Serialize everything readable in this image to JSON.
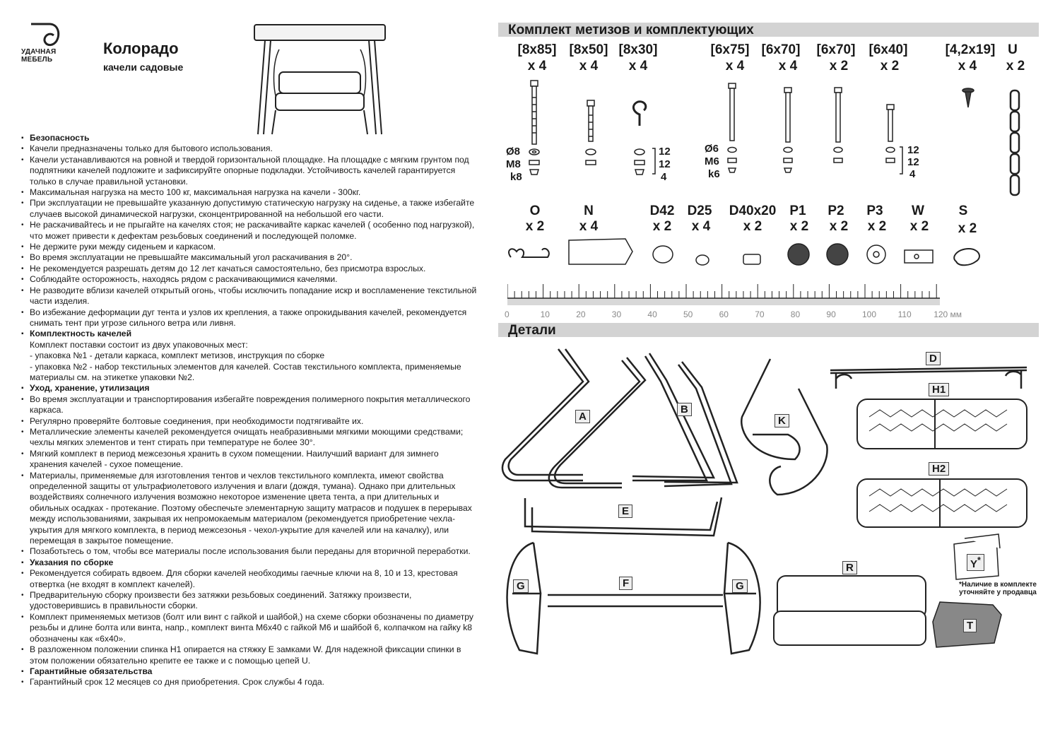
{
  "brand": {
    "name_line1": "УДАЧНАЯ",
    "name_line2": "МЕБЕЛЬ"
  },
  "product": {
    "title": "Колорадо",
    "subtitle": "качели садовые"
  },
  "instructions": [
    {
      "type": "heading",
      "text": "Безопасность"
    },
    {
      "type": "bullet",
      "text": "Качели предназначены только для бытового использования."
    },
    {
      "type": "bullet",
      "text": "Качели устанавливаются на ровной и твердой горизонтальной площадке. На площадке с мягким грунтом под подпятники качелей подложите и зафиксируйте опорные подкладки. Устойчивость качелей гарантируется только в случае правильной установки."
    },
    {
      "type": "bullet",
      "text": "Максимальная нагрузка на место 100 кг, максимальная нагрузка на качели - 300кг."
    },
    {
      "type": "bullet",
      "text": "При эксплуатации не превышайте указанную допустимую статическую нагрузку на сиденье, а также избегайте случаев высокой динамической нагрузки, сконцентрированной на небольшой его части."
    },
    {
      "type": "bullet",
      "text": "Не раскачивайтесь и не прыгайте на качелях стоя; не раскачивайте каркас качелей ( особенно под нагрузкой), что может привести к дефектам резьбовых соединений и последующей поломке."
    },
    {
      "type": "bullet",
      "text": "Не держите руки между сиденьем и каркасом."
    },
    {
      "type": "bullet",
      "text": "Во время эксплуатации не превышайте максимальный угол раскачивания в 20°."
    },
    {
      "type": "bullet",
      "text": "Не рекомендуется разрешать детям до 12 лет качаться самостоятельно, без присмотра взрослых."
    },
    {
      "type": "bullet",
      "text": "Соблюдайте осторожность, находясь рядом с раскачивающимися качелями."
    },
    {
      "type": "bullet",
      "text": "Не разводите вблизи качелей открытый огонь, чтобы исключить попадание искр и воспламенение текстильной части изделия."
    },
    {
      "type": "bullet",
      "text": "Во избежание деформации дуг тента и узлов их крепления, а также опрокидывания качелей, рекомендуется снимать тент при угрозе сильного ветра или ливня."
    },
    {
      "type": "heading",
      "text": "Комплектность качелей"
    },
    {
      "type": "plain",
      "text": "Комплект поставки  состоит из двух упаковочных мест:"
    },
    {
      "type": "plain",
      "text": "- упаковка №1 - детали каркаса, комплект метизов, инструкция по сборке"
    },
    {
      "type": "plain",
      "text": "- упаковка №2 - набор текстильных элементов для качелей. Состав текстильного комплекта, применяемые материалы см. на этикетке упаковки №2."
    },
    {
      "type": "heading",
      "text": "Уход, хранение, утилизация"
    },
    {
      "type": "bullet",
      "text": "Во время эксплуатации и транспортирования избегайте повреждения полимерного покрытия металлического каркаса."
    },
    {
      "type": "bullet",
      "text": "Регулярно проверяйте болтовые соединения, при необходимости подтягивайте их."
    },
    {
      "type": "bullet",
      "text": "Металлические элементы качелей рекомендуется очищать неабразивными мягкими моющими средствами; чехлы мягких элементов и тент стирать при температуре не более 30°."
    },
    {
      "type": "bullet",
      "text": "Мягкий комплект в период межсезонья хранить в сухом помещении. Наилучший вариант для зимнего хранения качелей - сухое помещение."
    },
    {
      "type": "bullet",
      "text": "Материалы, применяемые для  изготовления тентов и чехлов текстильного комплекта, имеют свойства определенной защиты от ультрафиолетового излучения и влаги (дождя, тумана). Однако при длительных воздействиях солнечного излучения возможно некоторое изменение цвета тента, а при длительных и обильных осадках - протекание. Поэтому обеспечьте элементарную защиту матрасов и подушек в перерывах между использованиями, закрывая их непромокаемым материалом (рекомендуется приобретение чехла-укрытия для мягкого комплекта, в период межсезонья - чехол-укрытие для качелей или на качалку), или перемещая в закрытое помещение."
    },
    {
      "type": "bullet",
      "text": "Позаботьтесь о том, чтобы все материалы после использования были переданы для вторичной переработки."
    },
    {
      "type": "heading",
      "text": "Указания по сборке"
    },
    {
      "type": "bullet",
      "text": "Рекомендуется собирать вдвоем. Для сборки качелей необходимы гаечные ключи на 8, 10 и 13, крестовая отвертка (не входят в комплект качелей)."
    },
    {
      "type": "bullet",
      "text": "Предварительную сборку произвести без затяжки резьбовых соединений. Затяжку произвести, удостоверившись в правильности сборки."
    },
    {
      "type": "bullet",
      "text": "Комплект применяемых метизов (болт или винт с гайкой и шайбой,) на схеме сборки обозначены по диаметру резьбы и длине болта или винта, напр., комплект винта М6х40 с гайкой М6 и шайбой 6, колпачком на гайку k8 обозначены как «6х40»."
    },
    {
      "type": "bullet",
      "text": "В разложенном положении спинка H1 опирается на стяжку E замками W.  Для надежной фиксации спинки в этом положении обязательно крепите ее также и с помощью цепей U."
    },
    {
      "type": "heading",
      "text": "Гарантийные обязательства"
    },
    {
      "type": "bullet",
      "text": "Гарантийный срок 12 месяцев со дня приобретения. Срок службы 4 года."
    }
  ],
  "hardware": {
    "title": "Комплект метизов и комплектующих",
    "bolts": [
      {
        "size": "[8x85]",
        "qty": "x 4"
      },
      {
        "size": "[8x50]",
        "qty": "x 4"
      },
      {
        "size": "[8x30]",
        "qty": "x 4"
      },
      {
        "size": "[6x75]",
        "qty": "x 4"
      },
      {
        "size": "[6x70]",
        "qty": "x 4"
      },
      {
        "size": "[6x70]",
        "qty": "x 2"
      },
      {
        "size": "[6x40]",
        "qty": "x 2"
      },
      {
        "size": "[4,2x19]",
        "qty": "x 4"
      },
      {
        "size": "U",
        "qty": "x 2"
      }
    ],
    "group1_labels": {
      "washer": "Ø8",
      "nut": "М8",
      "cap": "k8",
      "n1": "12",
      "n2": "12",
      "n3": "4"
    },
    "group2_labels": {
      "washer": "Ø6",
      "nut": "М6",
      "cap": "k6",
      "n1": "12",
      "n2": "12",
      "n3": "4"
    },
    "parts": [
      {
        "code": "O",
        "qty": "x 2"
      },
      {
        "code": "N",
        "qty": "x 4"
      },
      {
        "code": "D42",
        "qty": "x 2"
      },
      {
        "code": "D25",
        "qty": "x 4"
      },
      {
        "code": "D40x20",
        "qty": "x 2"
      },
      {
        "code": "P1",
        "qty": "x 2"
      },
      {
        "code": "P2",
        "qty": "x 2"
      },
      {
        "code": "P3",
        "qty": "x 2"
      },
      {
        "code": "W",
        "qty": "x 2"
      },
      {
        "code": "S",
        "qty": "x 2"
      }
    ],
    "ruler": {
      "ticks": [
        "0",
        "10",
        "20",
        "30",
        "40",
        "50",
        "60",
        "70",
        "80",
        "90",
        "100",
        "110",
        "120 мм"
      ]
    }
  },
  "details": {
    "title": "Детали",
    "labels": {
      "A": "A",
      "B": "B",
      "K": "K",
      "D": "D",
      "H1": "H1",
      "H2": "H2",
      "E": "E",
      "F": "F",
      "G1": "G",
      "G2": "G",
      "R": "R",
      "Y": "Y",
      "Y_star": "*",
      "T": "T"
    },
    "note": "*Наличие в комплекте уточняйте у продавца"
  }
}
